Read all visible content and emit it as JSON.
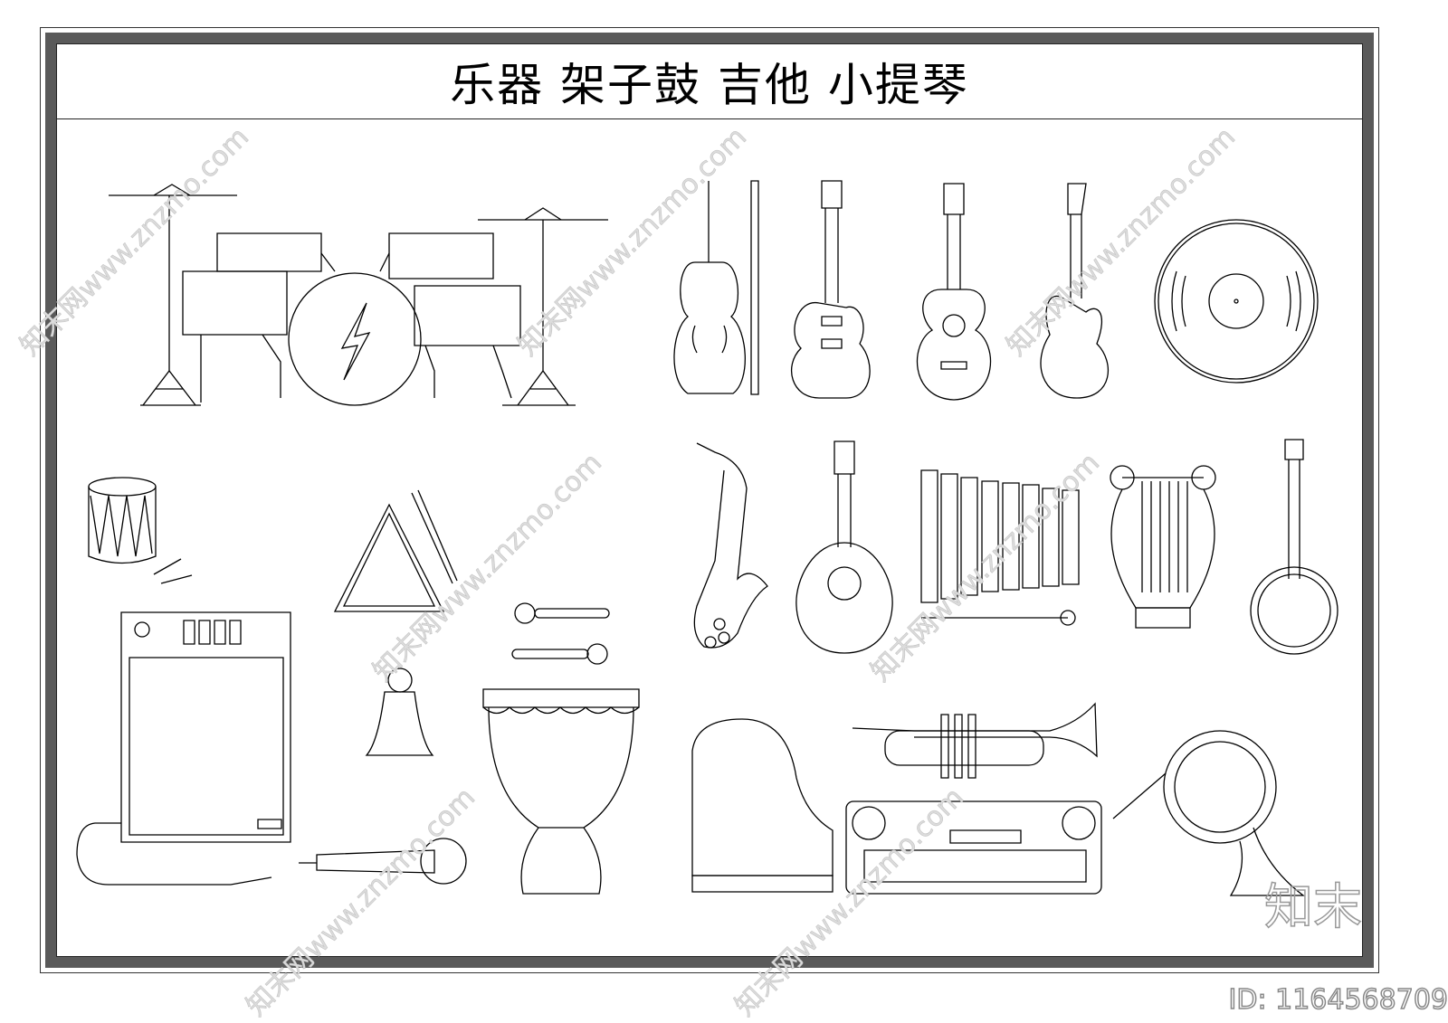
{
  "title": "乐器 架子鼓 吉他 小提琴",
  "watermarks": {
    "site": "知末网www.znzmo.com",
    "logo": "知末",
    "id": "ID: 1164568709"
  },
  "instruments": [
    "drum-kit",
    "violin",
    "electric-guitar-les-paul",
    "acoustic-guitar",
    "electric-guitar-strat",
    "vinyl-record",
    "snare-drum",
    "triangle",
    "saxophone",
    "mandolin",
    "xylophone",
    "lyre",
    "banjo",
    "amplifier",
    "bell",
    "maracas",
    "djembe",
    "microphone",
    "grand-piano",
    "trumpet",
    "keyboard",
    "french-horn"
  ],
  "colors": {
    "line": "#000000",
    "frame": "#5a5a5a",
    "background": "#ffffff"
  }
}
